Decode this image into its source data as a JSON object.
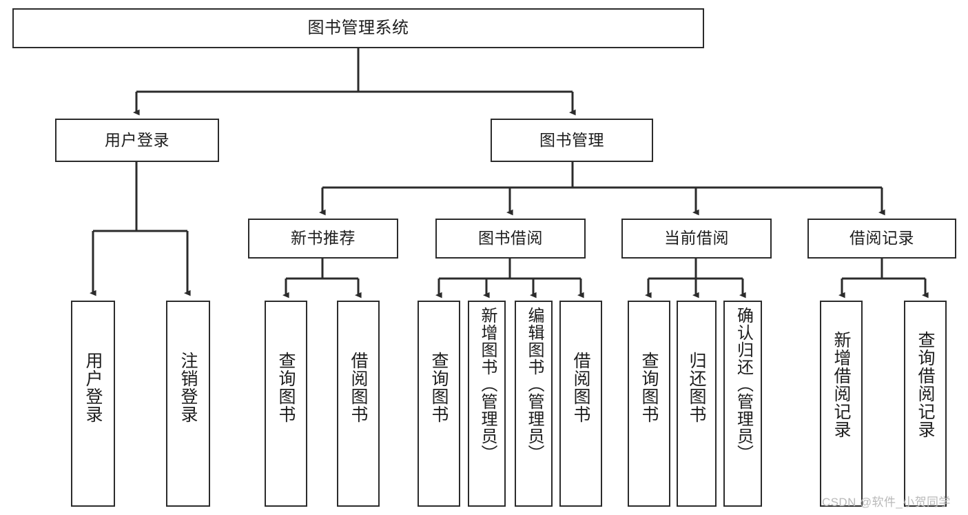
{
  "diagram": {
    "title": "图书管理系统",
    "type": "hierarchy-tree",
    "root": {
      "label": "图书管理系统"
    },
    "level2": [
      {
        "label": "用户登录"
      },
      {
        "label": "图书管理"
      }
    ],
    "level3": [
      {
        "label": "新书推荐"
      },
      {
        "label": "图书借阅"
      },
      {
        "label": "当前借阅"
      },
      {
        "label": "借阅记录"
      }
    ],
    "leaves": {
      "user_login": [
        {
          "label": "用户登录"
        },
        {
          "label": "注销登录"
        }
      ],
      "new_book_recommend": [
        {
          "label": "查询图书"
        },
        {
          "label": "借阅图书"
        }
      ],
      "book_borrow": [
        {
          "label": "查询图书"
        },
        {
          "label": "新增图书（管理员）"
        },
        {
          "label": "编辑图书（管理员）"
        },
        {
          "label": "借阅图书"
        }
      ],
      "current_borrow": [
        {
          "label": "查询图书"
        },
        {
          "label": "归还图书"
        },
        {
          "label": "确认归还（管理员）"
        }
      ],
      "borrow_record": [
        {
          "label": "新增借阅记录"
        },
        {
          "label": "查询借阅记录"
        }
      ]
    }
  },
  "watermark": {
    "text": "CSDN @软件_小贺同学"
  },
  "colors": {
    "stroke": "#2b2b2b",
    "background": "#ffffff",
    "text": "#1d1d1d",
    "watermark": "#b9b9b9"
  }
}
